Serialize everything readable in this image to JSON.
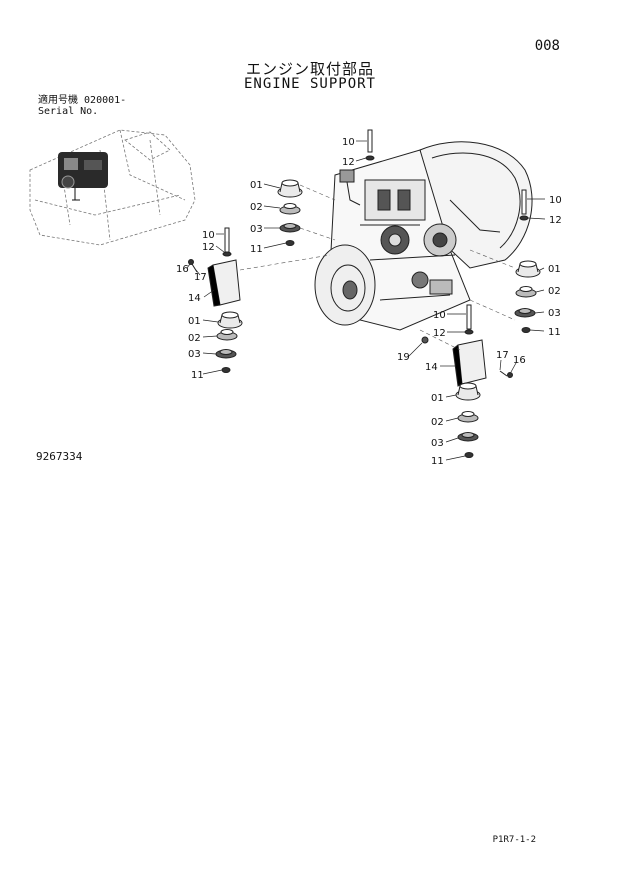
{
  "page_number": "008",
  "title_jp": "エンジン取付部品",
  "title_en": "ENGINE SUPPORT",
  "serial": {
    "label_jp": "適用号機",
    "range": "020001-",
    "label_en": "Serial No."
  },
  "drawing_code": "9267334",
  "footer_ref": "P1R7-1-2",
  "callouts": {
    "c01": "01",
    "c02": "02",
    "c03": "03",
    "c10": "10",
    "c11": "11",
    "c12": "12",
    "c14": "14",
    "c16": "16",
    "c17": "17",
    "c19": "19"
  }
}
